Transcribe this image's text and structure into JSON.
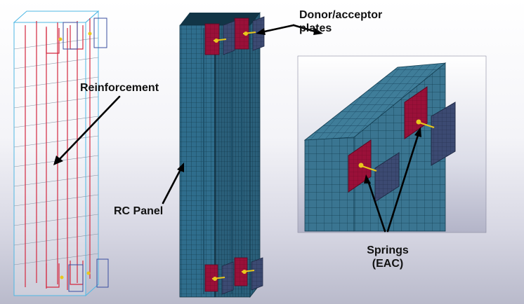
{
  "labels": {
    "reinforcement": "Reinforcement",
    "rc_panel": "RC Panel",
    "plates_line1": "Donor/acceptor",
    "plates_line2": "plates",
    "springs_line1": "Springs",
    "springs_line2": "(EAC)"
  },
  "colors": {
    "panel_face": "#2f6d8c",
    "panel_top": "#123546",
    "mesh_line": "#0d2f3f",
    "donor_plate": "#9a1039",
    "acceptor_plate": "#3c4a72",
    "rebar": "#d4283f",
    "wire_outline": "#4fb8e4",
    "spring": "#e8c71c",
    "arrow": "#000000"
  }
}
